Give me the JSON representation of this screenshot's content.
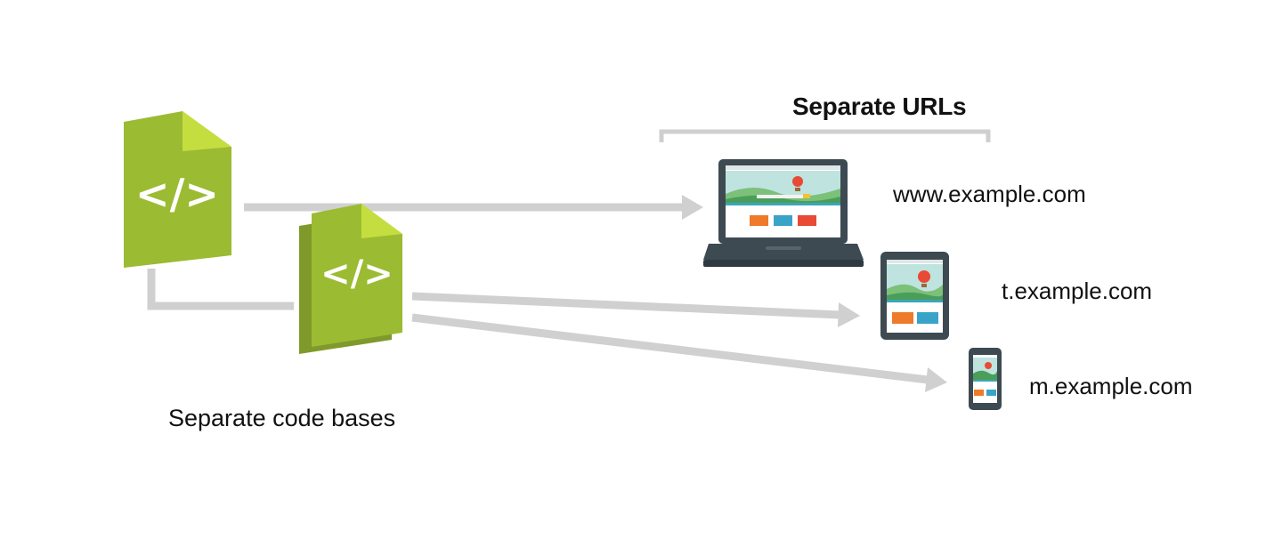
{
  "heading": "Separate URLs",
  "code_label": "Separate code bases",
  "code_icon_glyph": "</>",
  "urls": {
    "desktop": "www.example.com",
    "tablet": "t.example.com",
    "mobile": "m.example.com"
  },
  "colors": {
    "file_green": "#9bbb32",
    "file_green_dark": "#7f9a2a",
    "file_fold": "#c5de3f",
    "arrow_gray": "#d0d0d0",
    "device_dark": "#3d4a52",
    "screen_teal": "#3aa6b8",
    "tile_orange": "#ee7a2b",
    "tile_blue": "#3aa3c8",
    "tile_red": "#e84a35"
  }
}
